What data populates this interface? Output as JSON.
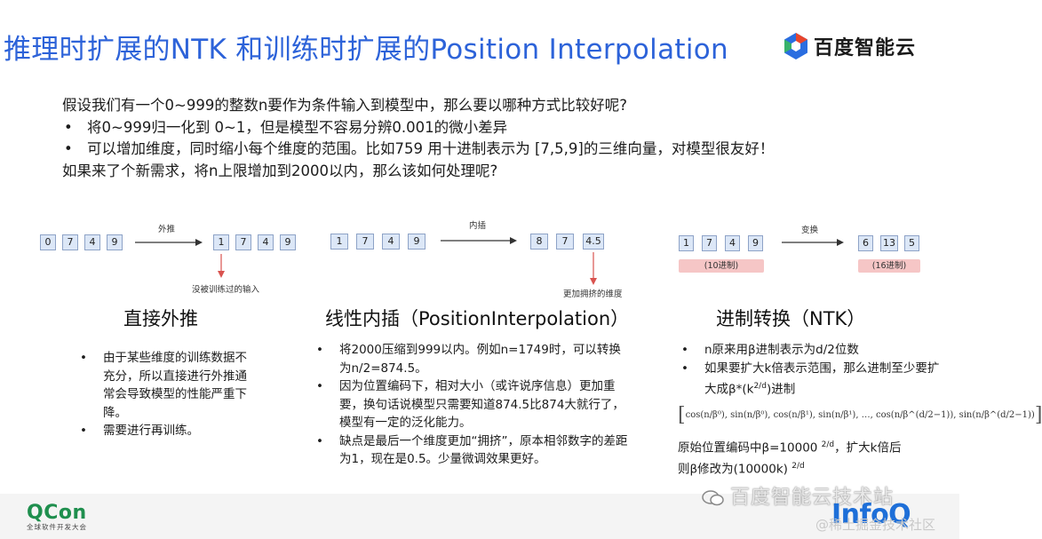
{
  "header": {
    "title": "推理时扩展的NTK 和训练时扩展的Position Interpolation",
    "brand": "百度智能云"
  },
  "intro": {
    "line1": "假设我们有一个0~999的整数n要作为条件输入到模型中，那么要以哪种方式比较好呢?",
    "bullet1": "将0~999归一化到 0~1，但是模型不容易分辨0.001的微小差异",
    "bullet2": "可以增加维度，同时缩小每个维度的范围。比如759 用十进制表示为 [7,5,9]的三维向量，对模型很友好！",
    "line2": "如果来了个新需求，将n上限增加到2000以内，那么该如何处理呢?"
  },
  "diagram": {
    "extrapolate": {
      "input": [
        "0",
        "7",
        "4",
        "9"
      ],
      "arrow_label": "外推",
      "output": [
        "1",
        "7",
        "4",
        "9"
      ],
      "note": "没被训练过的输入"
    },
    "interpolate": {
      "input": [
        "1",
        "7",
        "4",
        "9"
      ],
      "arrow_label": "内插",
      "output": [
        "8",
        "7",
        "4.5"
      ],
      "note": "更加拥挤的维度"
    },
    "ntk": {
      "input": [
        "1",
        "7",
        "4",
        "9"
      ],
      "input_tag": "(10进制)",
      "arrow_label": "变换",
      "output": [
        "6",
        "13",
        "5"
      ],
      "output_tag": "(16进制)"
    }
  },
  "columns": {
    "left": {
      "title": "直接外推",
      "items": [
        "由于某些维度的训练数据不充分，所以直接进行外推通常会导致模型的性能严重下降。",
        "需要进行再训练。"
      ]
    },
    "middle": {
      "title": "线性内插（PositionInterpolation）",
      "items": [
        "将2000压缩到999以内。例如n=1749时，可以转换为n/2=874.5。",
        "因为位置编码下，相对大小（或许说序信息）更加重要，换句话说模型只需要知道874.5比874大就行了，模型有一定的泛化能力。",
        "缺点是最后一个维度更加“拥挤”，原本相邻数字的差距为1，现在是0.5。少量微调效果更好。"
      ]
    },
    "right": {
      "title": "进制转换（NTK）",
      "item1": "n原来用β进制表示为d/2位数",
      "item2_main": "如果要扩大k倍表示范围，那么进制至少要扩大成β*(k",
      "item2_sup": "2/d",
      "item2_end": ")进制",
      "formula": "cos(n/β⁰), sin(n/β⁰), cos(n/β¹), sin(n/β¹), …, cos(n/β^(d/2−1)), sin(n/β^(d/2−1))",
      "para_a": "原始位置编码中β=10000 ",
      "para_a_sup": "2/d",
      "para_b": "，扩大k倍后",
      "para_c": "则β修改为(10000k) ",
      "para_c_sup": "2/d"
    }
  },
  "footer": {
    "qcon": "QCon",
    "qcon_sub": "全球软件开发大会",
    "watermark1": "百度智能云技术站",
    "infoq": "InfoQ",
    "watermark2": "@稀土掘金技术社区"
  },
  "colors": {
    "title": "#2d63d9",
    "box_fill": "#dce7f7",
    "pill_fill": "#f6c6c6",
    "qcon_green": "#1f8f4e",
    "infoq_blue": "#1e6fd8"
  }
}
